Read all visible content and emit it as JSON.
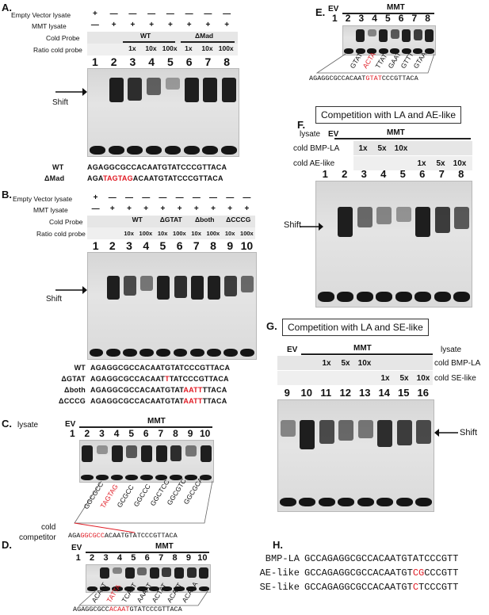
{
  "panelA": {
    "letter": "A.",
    "rows": {
      "empty_vector": "Empty Vector lysate",
      "mmt": "MMT lysate",
      "cold_probe": "Cold Probe",
      "ratio": "Ratio cold probe"
    },
    "ev_marks": [
      "+",
      "—",
      "—",
      "—",
      "—",
      "—",
      "—",
      "—"
    ],
    "mmt_marks": [
      "—",
      "+",
      "+",
      "+",
      "+",
      "+",
      "+",
      "+"
    ],
    "group_wt": "WT",
    "group_dmad": "ΔMad",
    "ratios": [
      "1x",
      "10x",
      "100x",
      "1x",
      "10x",
      "100x"
    ],
    "lanes": [
      "1",
      "2",
      "3",
      "4",
      "5",
      "6",
      "7",
      "8"
    ],
    "shift": "Shift",
    "seq_wt_label": "WT",
    "seq_wt": "AGAGGCGCCACAATGTATCCCGTTACA",
    "seq_mad_label": "ΔMad",
    "seq_mad_pre": "AGA",
    "seq_mad_red": "TAGTAG",
    "seq_mad_post": "ACAATGTATCCCGTTACA"
  },
  "panelB": {
    "letter": "B.",
    "rows": {
      "empty_vector": "Empty Vector lysate",
      "mmt": "MMT lysate",
      "cold_probe": "Cold Probe",
      "ratio": "Ratio cold probe"
    },
    "ev_marks": [
      "+",
      "—",
      "—",
      "—",
      "—",
      "—",
      "—",
      "—",
      "—",
      "—"
    ],
    "mmt_marks": [
      "—",
      "+",
      "+",
      "+",
      "+",
      "+",
      "+",
      "+",
      "+",
      "+"
    ],
    "groups": [
      "WT",
      "ΔGTAT",
      "Δboth",
      "ΔCCCG"
    ],
    "ratios": [
      "10x",
      "100x",
      "10x",
      "100x",
      "10x",
      "100x",
      "10x",
      "100x"
    ],
    "lanes": [
      "1",
      "2",
      "3",
      "4",
      "5",
      "6",
      "7",
      "8",
      "9",
      "10"
    ],
    "shift": "Shift",
    "seqs": [
      {
        "label": "WT",
        "pre": "AGAGGCGCCACAATGTATCCCGTTACA",
        "red": "",
        "post": ""
      },
      {
        "label": "ΔGTAT",
        "pre": "AGAGGCGCCACAAT",
        "red": "T",
        "post": "TATCCCGTTACA"
      },
      {
        "label": "Δboth",
        "pre": "AGAGGCGCCACAATGTAT",
        "red": "AATT",
        "post": "TTACA"
      },
      {
        "label": "ΔCCCG",
        "pre": "AGAGGCGCCACAATGTAT",
        "red": "AATT",
        "post": "TTACA"
      }
    ]
  },
  "panelC": {
    "letter": "C.",
    "lysate": "lysate",
    "ev": "EV",
    "mmt": "MMT",
    "lanes": [
      "1",
      "2",
      "3",
      "4",
      "5",
      "6",
      "7",
      "8",
      "9",
      "10"
    ],
    "cold": "cold",
    "competitor": "competitor",
    "muts": [
      {
        "t": "GGCGCC",
        "r": ""
      },
      {
        "t": "TAGTAG",
        "r": "all"
      },
      {
        "t": "GCGCC",
        "r": "G"
      },
      {
        "t": "GGCCC",
        "r": "GA"
      },
      {
        "t": "GGCTCC",
        "r": "T"
      },
      {
        "t": "GGCGTC",
        "r": "T"
      },
      {
        "t": "GGCGCA",
        "r": "A"
      }
    ],
    "seq_pre": "AGA",
    "seq_red": "GGCGCC",
    "seq_post": "ACAATGTATCCCGTTACA"
  },
  "panelD": {
    "letter": "D.",
    "ev": "EV",
    "mmt": "MMT",
    "lanes": [
      "1",
      "2",
      "3",
      "4",
      "5",
      "6",
      "7",
      "8",
      "9",
      "10"
    ],
    "muts": [
      "ACAAT",
      "TATTA",
      "TCAAT",
      "AAAAT",
      "ACTAT",
      "ACATT",
      "ACAAA"
    ],
    "seq_pre": "AGAGGCGCC",
    "seq_red": "ACAAT",
    "seq_post": "GTATCCCGTTACA"
  },
  "panelE": {
    "letter": "E.",
    "ev": "EV",
    "mmt": "MMT",
    "lanes": [
      "1",
      "2",
      "3",
      "4",
      "5",
      "6",
      "7",
      "8"
    ],
    "muts": [
      "GTAT",
      "ACTA",
      "TTAT",
      "GAAT",
      "GTTT",
      "GTAA"
    ],
    "seq_pre": "AGAGGCGCCACAAT",
    "seq_red": "GTAT",
    "seq_post": "CCCGTTACA"
  },
  "panelF": {
    "letter": "F.",
    "title": "Competition with LA and AE-like",
    "lysate": "lysate",
    "ev": "EV",
    "mmt": "MMT",
    "cold_bmp": "cold BMP-LA",
    "cold_ae": "cold AE-like",
    "ratios_bmp": [
      "1x",
      "5x",
      "10x"
    ],
    "ratios_ae": [
      "1x",
      "5x",
      "10x"
    ],
    "lanes": [
      "1",
      "2",
      "3",
      "4",
      "5",
      "6",
      "7",
      "8"
    ],
    "shift": "Shift"
  },
  "panelG": {
    "letter": "G.",
    "title": "Competition with LA and SE-like",
    "ev": "EV",
    "mmt": "MMT",
    "lysate": "lysate",
    "cold_bmp": "cold BMP-LA",
    "cold_se": "cold SE-like",
    "ratios_bmp": [
      "1x",
      "5x",
      "10x"
    ],
    "ratios_se": [
      "1x",
      "5x",
      "10x"
    ],
    "lanes": [
      "9",
      "10",
      "11",
      "12",
      "13",
      "14",
      "15",
      "16"
    ],
    "shift": "Shift"
  },
  "panelH": {
    "letter": "H.",
    "rows": [
      {
        "label": "BMP-LA",
        "pre": "GCCAGAGGCGCCACAATGTATCCCGTT",
        "red": "",
        "post": ""
      },
      {
        "label": "AE-like",
        "pre": "GCCAGAGGCGCCACAATGT",
        "red": "CG",
        "post": "CCCGTT"
      },
      {
        "label": "SE-like",
        "pre": "GCCAGAGGCGCCACAATGT",
        "red": "C",
        "post": "TCCCGTT"
      }
    ]
  }
}
